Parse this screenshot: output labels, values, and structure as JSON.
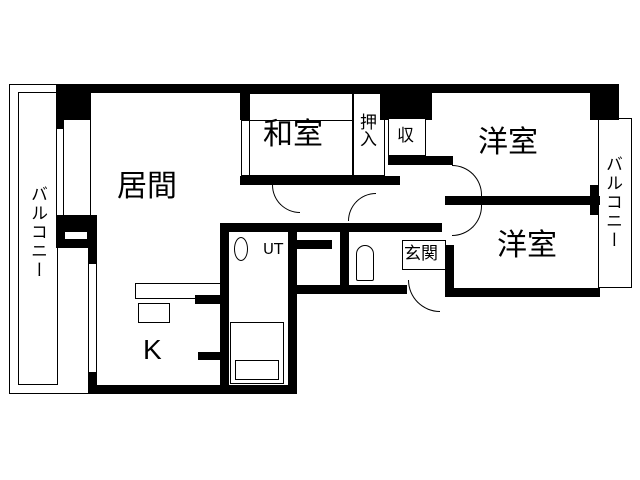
{
  "floorplan": {
    "rooms": {
      "living": "居間",
      "kitchen": "K",
      "japanese_room": "和室",
      "oshiire": "押入",
      "storage": "収",
      "western_room_1": "洋室",
      "western_room_2": "洋室",
      "utility": "UT",
      "entrance": "玄関",
      "balcony_left": "バルコニー",
      "balcony_right": "バルコニー"
    }
  }
}
